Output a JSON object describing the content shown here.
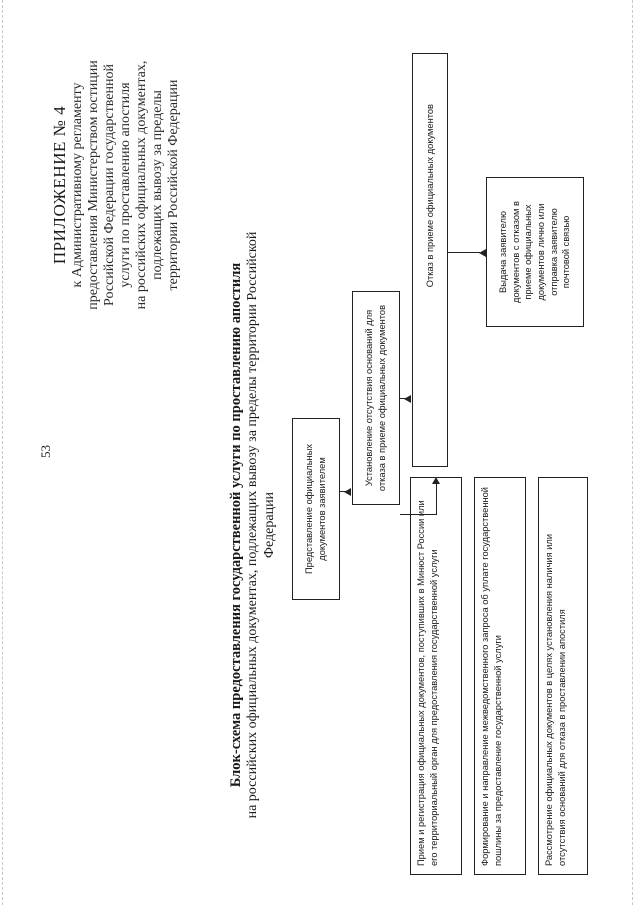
{
  "page_number": "53",
  "appendix": {
    "title": "ПРИЛОЖЕНИЕ № 4",
    "lines": [
      "к Административному регламенту",
      "предоставления Министерством юстиции",
      "Российской Федерации государственной",
      "услуги по проставлению апостиля",
      "на российских официальных документах,",
      "подлежащих вывозу за пределы",
      "территории Российской Федерации"
    ]
  },
  "doc_title": {
    "line1": "Блок-схема предоставления государственной услуги по проставлению апостиля",
    "line2": "на российских официальных документах, подлежащих вывозу за пределы территории Российской Федерации"
  },
  "flowchart": {
    "submission": "Представление официальных документов заявителем",
    "check": "Установление отсутствия оснований для отказа в приеме официальных документов",
    "refusal": "Отказ в приеме официальных документов",
    "return": "Выдача заявителю документов с отказом в приеме официальных документов лично или отправка заявителю почтовой связью",
    "steps": [
      "Прием и регистрация официальных документов, поступивших в Минюст России или его территориальный орган для предоставления государственной услуги",
      "Формирование и направление межведомственного запроса об уплате государственной пошлины за предоставление государственной услуги",
      "Рассмотрение официальных документов в целях установления наличия или отсутствия оснований для отказа в проставлении апостиля"
    ]
  }
}
